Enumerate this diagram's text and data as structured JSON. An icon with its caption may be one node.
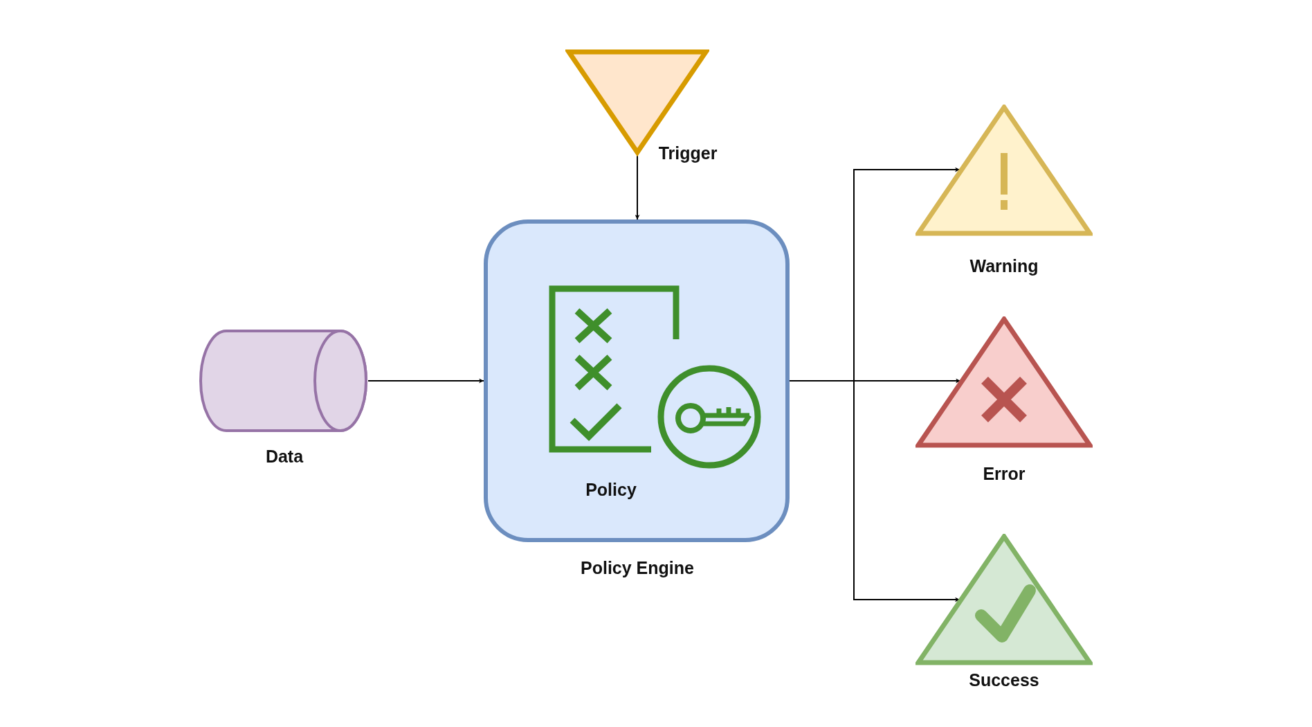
{
  "diagram": {
    "nodes": [
      {
        "text": [
          "Trigger"
        ]
      },
      {
        "text": [
          "Policy Engine"
        ]
      },
      {
        "text": [
          "Policy"
        ],
        "in": 1
      },
      {
        "text": [
          "Data"
        ]
      },
      {
        "text": [
          "Warning"
        ]
      },
      {
        "text": [
          "Error"
        ]
      },
      {
        "text": [
          "Success"
        ]
      }
    ],
    "edges": [
      {
        "from": 0,
        "to": 1,
        "arrow": "to"
      },
      {
        "from": 3,
        "to": 1,
        "arrow": "to"
      },
      {
        "from": 1,
        "to": 4,
        "arrow": "to"
      },
      {
        "from": 1,
        "to": 5,
        "arrow": "to"
      },
      {
        "from": 1,
        "to": 6,
        "arrow": "to"
      }
    ]
  }
}
